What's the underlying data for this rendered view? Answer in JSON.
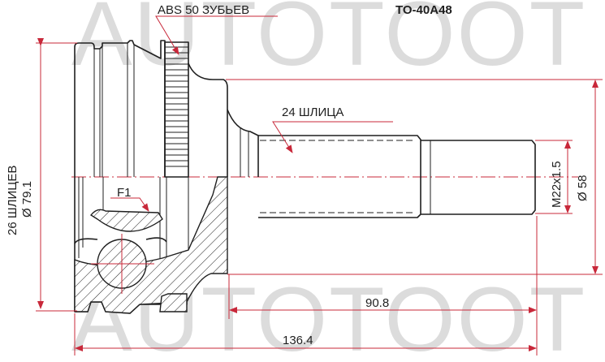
{
  "title": "TO-40A48",
  "watermark": {
    "top": "AUTOTOOT",
    "bottom": "AUTOTOOT",
    "color": "#dcdcdc"
  },
  "colors": {
    "dimension": "#c8283a",
    "outline": "#1f1f1f",
    "background": "#ffffff"
  },
  "annotations": {
    "abs_teeth": "ABS 50 ЗУБЬЕВ",
    "outer_splines": "24 ШЛИЦА",
    "inner_splines": "26 ШЛИЦЕВ",
    "inner_diameter": "Ø 79.1",
    "thread": "M22x1.5",
    "seal_diameter": "Ø 58",
    "section_mark": "F1"
  },
  "dimensions": {
    "shaft_length": "90.8",
    "total_length": "136.4"
  }
}
